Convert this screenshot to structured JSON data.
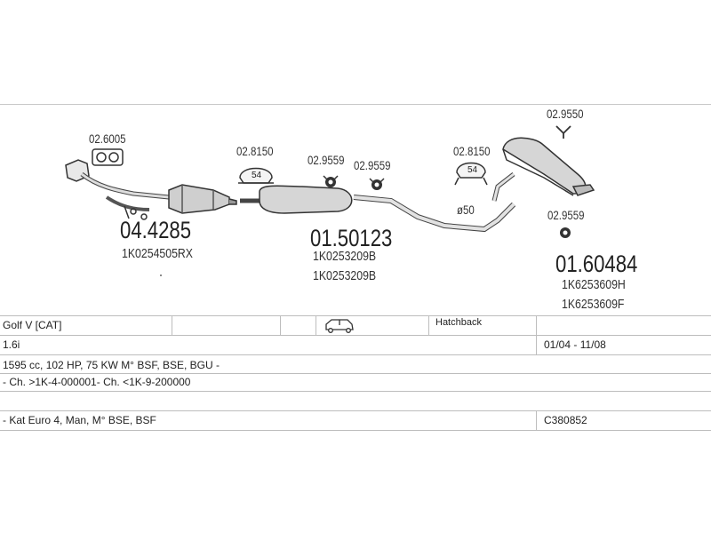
{
  "parts": {
    "clamp1_ref": "02.6005",
    "front_pipe_ref": "04.4285",
    "front_pipe_oem": "1K0254505RX",
    "clamp2_ref": "02.8150",
    "clamp2_size": "54",
    "rubber1_ref": "02.9559",
    "rubber2_ref": "02.9559",
    "middle_ref": "01.50123",
    "middle_oem1": "1K0253209B",
    "middle_oem2": "1K0253209B",
    "clamp3_ref": "02.8150",
    "clamp3_size": "54",
    "diameter": "ø50",
    "rubber3_ref": "02.9550",
    "rubber4_ref": "02.9559",
    "rear_ref": "01.60484",
    "rear_oem1": "1K6253609H",
    "rear_oem2": "1K6253609F"
  },
  "table": {
    "model": "Golf V  [CAT]",
    "body_type": "Hatchback",
    "engine": "1.6i",
    "years": "01/04 - 11/08",
    "specs": "1595 cc, 102 HP, 75 KW M° BSF, BSE, BGU -",
    "chassis": "- Ch. >1K-4-000001- Ch. <1K-9-200000",
    "notes": "- Kat Euro 4, Man, M° BSE, BSF",
    "code": "C380852"
  }
}
